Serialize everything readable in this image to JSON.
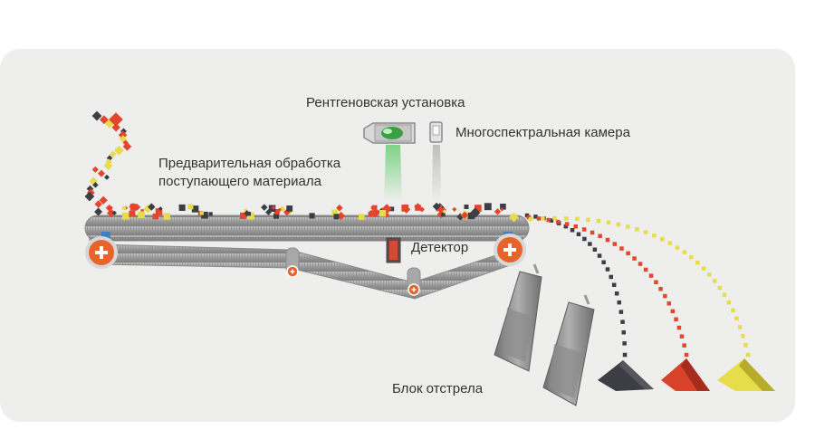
{
  "labels": {
    "xray_unit": "Рентгеновская установка",
    "multispectral_camera": "Многоспектральная камера",
    "preprocessing_line1": "Предварительная обработка",
    "preprocessing_line2": "поступающего материала",
    "detector": "Детектор",
    "ejection_block": "Блок отстрела"
  },
  "colors": {
    "panel": "#eeeeec",
    "belt": "#9e9e9e",
    "roller_orange": "#e8622c",
    "particle_red": "#e5452f",
    "particle_dark": "#3d3d45",
    "particle_yellow": "#e7dc4a",
    "xray_beam": "#7fd48a"
  },
  "icons": [
    "xray-unit-icon",
    "camera-icon",
    "detector-icon",
    "roller-icon",
    "ejector-nozzle-icon"
  ]
}
